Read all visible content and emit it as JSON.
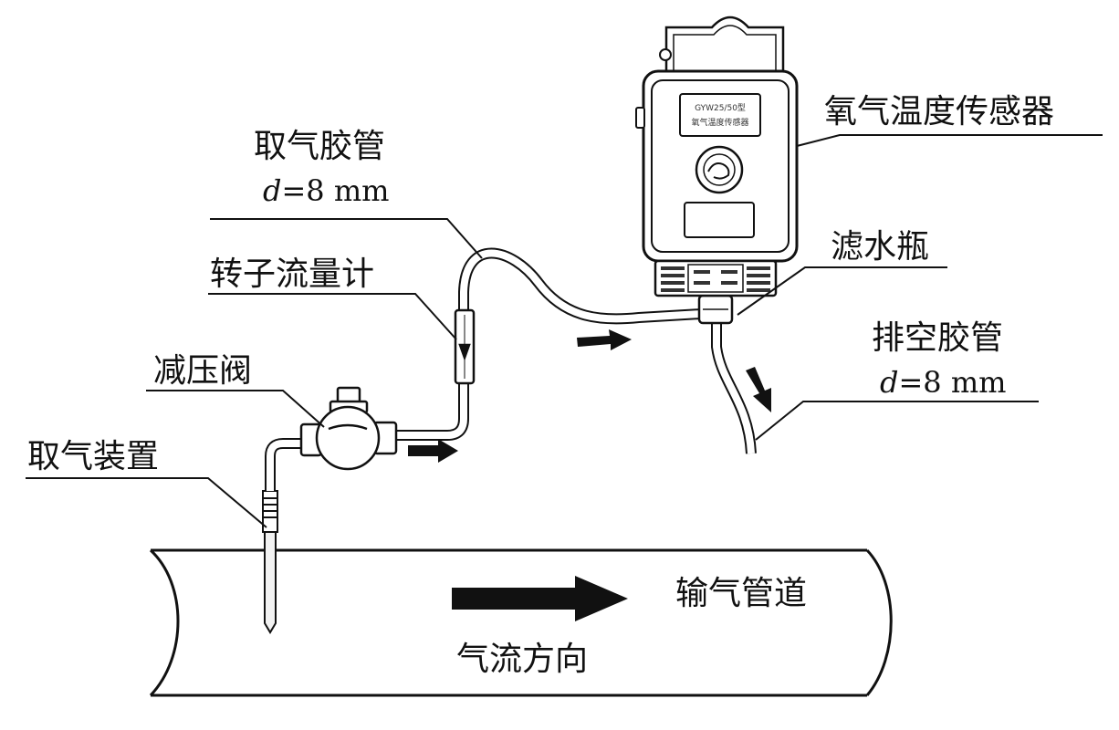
{
  "labels": {
    "hose_in": "取气胶管",
    "hose_in_d_var": "d",
    "hose_in_d_val": "=8 mm",
    "flowmeter": "转子流量计",
    "valve": "减压阀",
    "sampler": "取气装置",
    "sensor": "氧气温度传感器",
    "filter": "滤水瓶",
    "hose_out": "排空胶管",
    "hose_out_d_var": "d",
    "hose_out_d_val": "=8 mm",
    "pipeline": "输气管道",
    "flow_direction": "气流方向"
  },
  "device_panel": {
    "line1": "GYW25/50型",
    "line2": "氧气温度传感器"
  },
  "colors": {
    "stroke": "#111111",
    "background": "#ffffff"
  }
}
